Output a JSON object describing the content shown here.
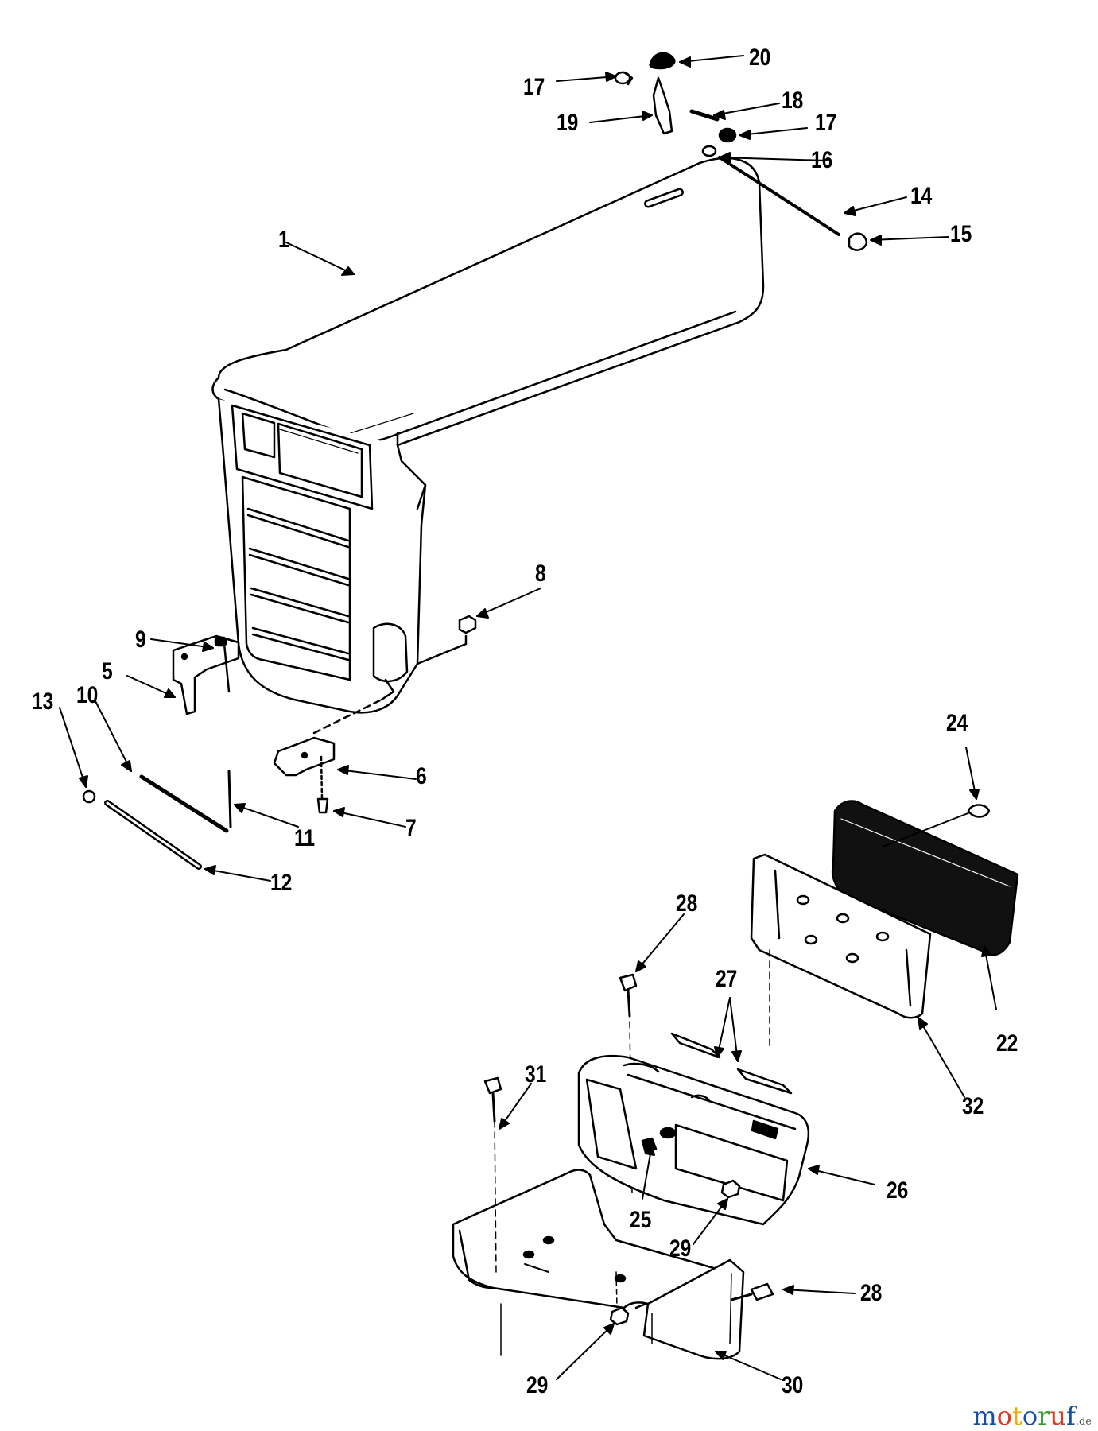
{
  "callouts": [
    "1",
    "5",
    "6",
    "7",
    "8",
    "9",
    "10",
    "11",
    "12",
    "13",
    "14",
    "15",
    "16",
    "17",
    "17",
    "18",
    "19",
    "20",
    "22",
    "24",
    "25",
    "26",
    "27",
    "28",
    "28",
    "29",
    "29",
    "30",
    "31",
    "32"
  ],
  "watermark": {
    "text_parts": [
      "m",
      "o",
      "t",
      "o",
      "r",
      "u",
      "f"
    ],
    "tld": ".de",
    "colors": [
      "#1a4fa0",
      "#e03a1e",
      "#f2a900",
      "#1a4fa0",
      "#3b9a2f",
      "#e03a1e",
      "#1a4fa0",
      "#555555"
    ]
  }
}
